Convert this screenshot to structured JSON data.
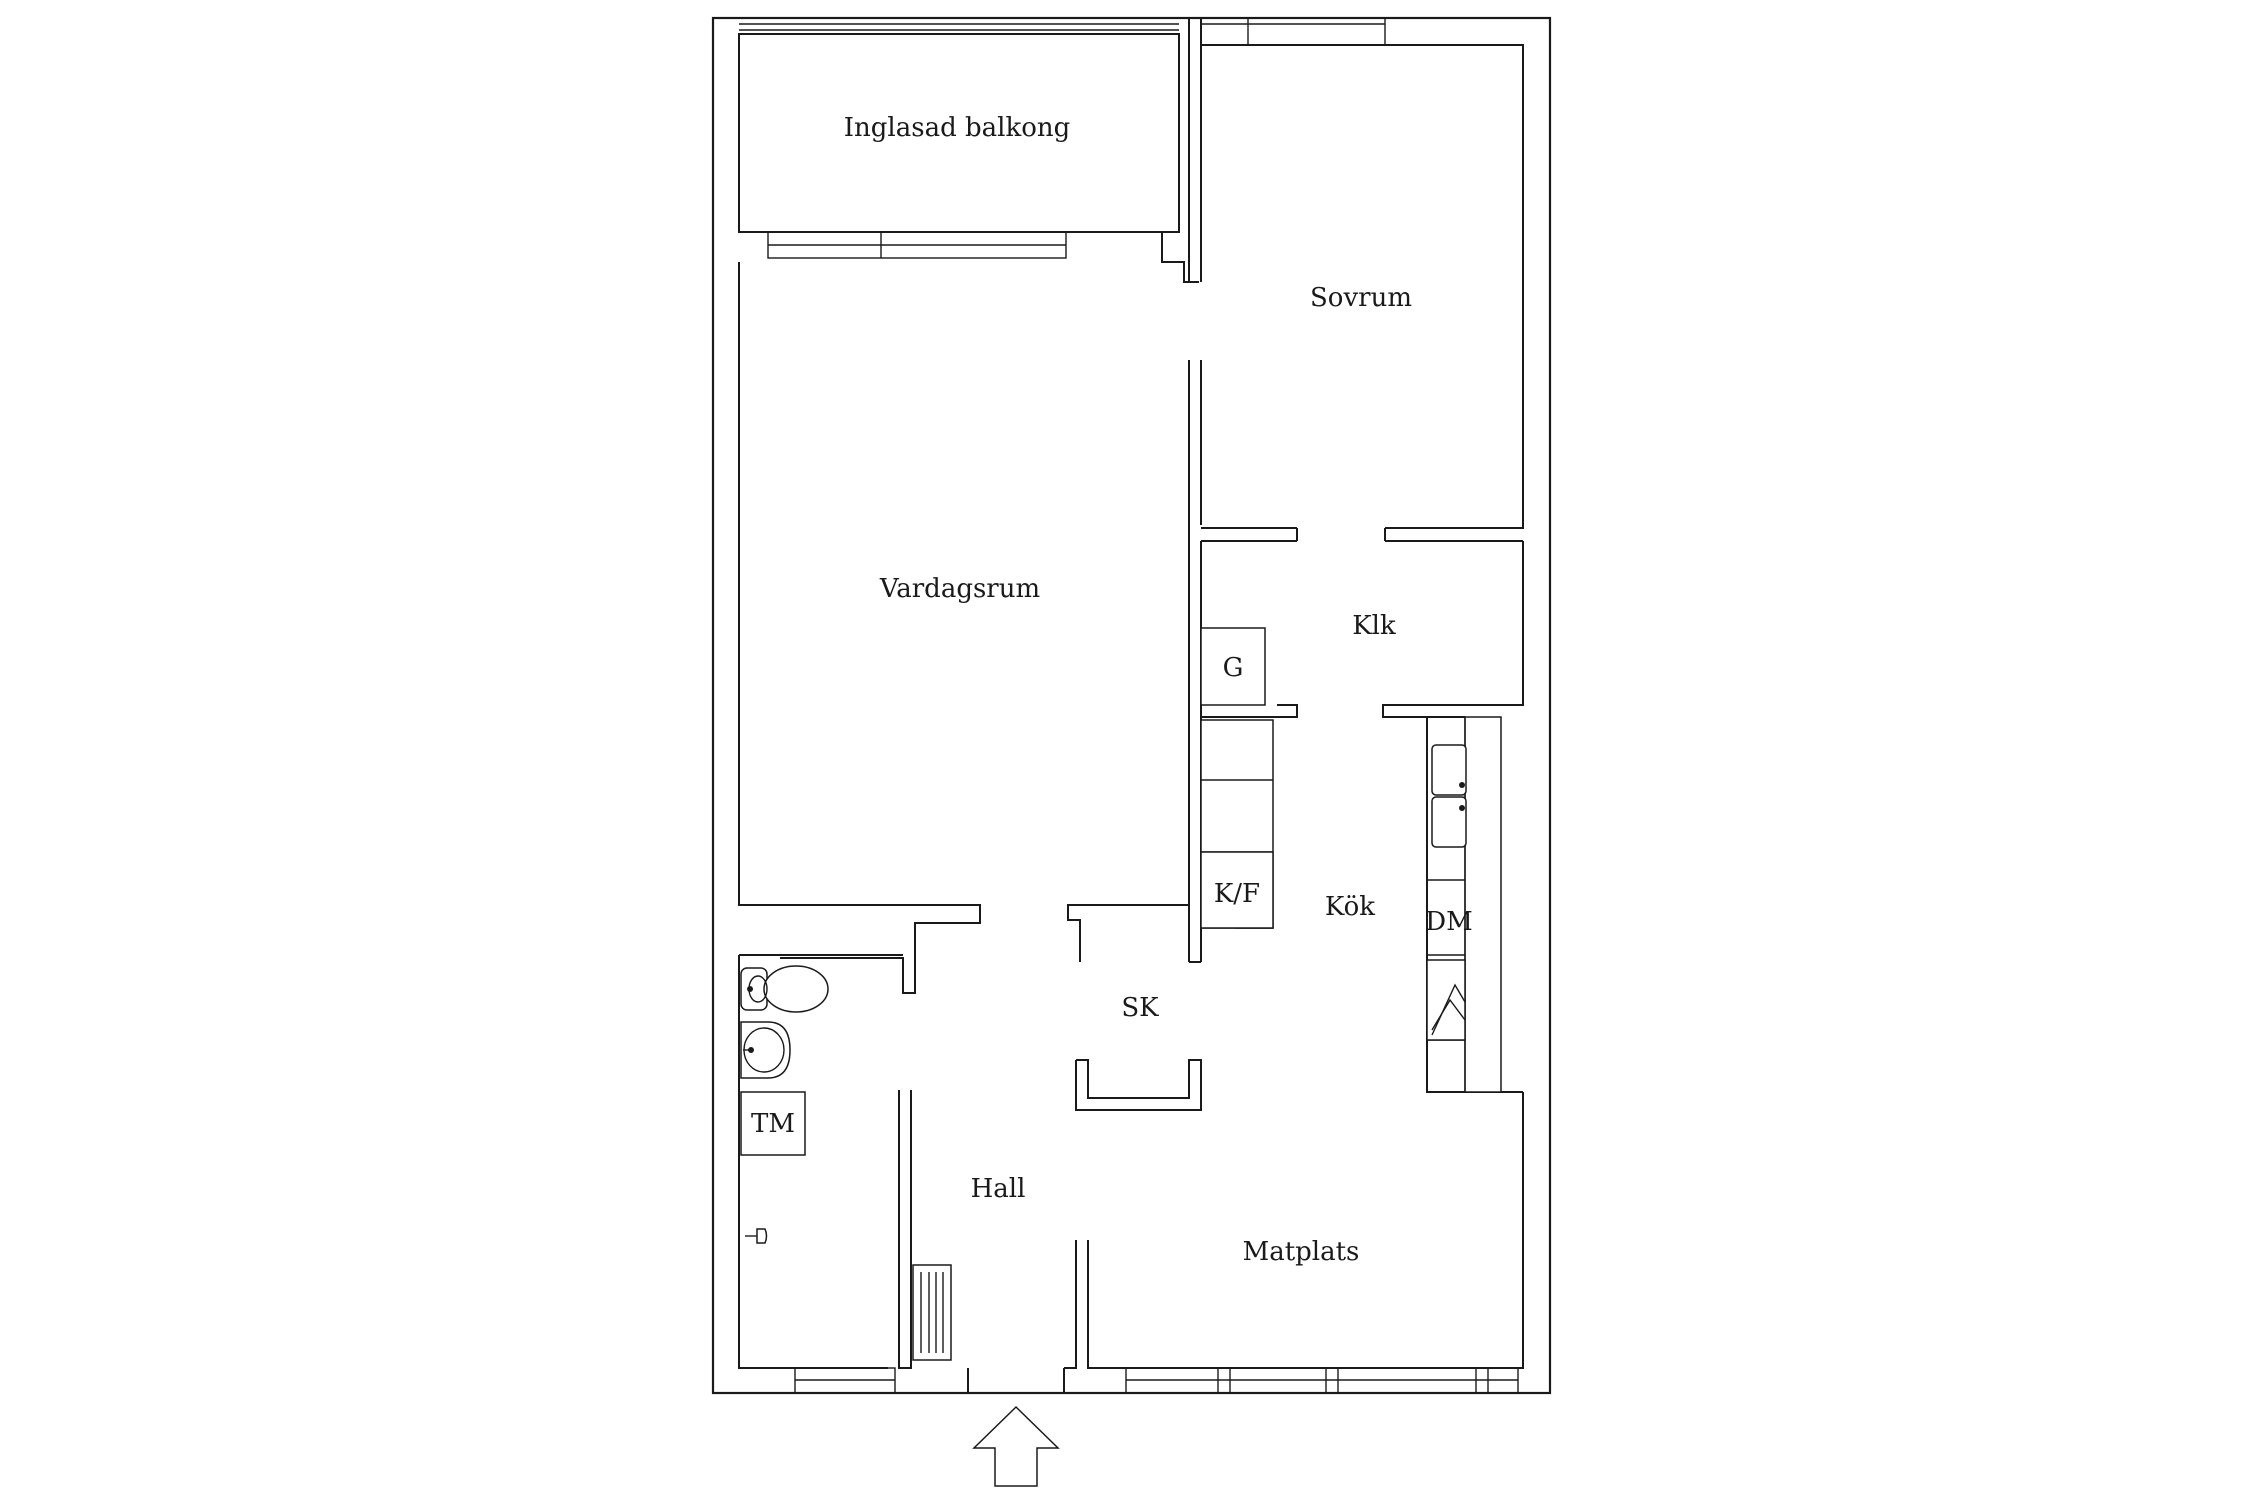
{
  "rooms": {
    "balcony": "Inglasad balkong",
    "bedroom": "Sovrum",
    "living_room": "Vardagsrum",
    "walk_in_closet": "Klk",
    "kitchen": "Kök",
    "storage": "SK",
    "hall": "Hall",
    "dining": "Matplats"
  },
  "fixtures": {
    "wardrobe_g": "G",
    "fridge_freezer": "K/F",
    "dishwasher": "DM",
    "washing_machine": "TM"
  },
  "icons": {
    "entrance": "entrance-arrow-icon",
    "toilet": "toilet-icon",
    "sink": "washbasin-icon",
    "kitchen_sink": "kitchen-sink-icon",
    "stove": "stove-icon",
    "radiator": "radiator-icon",
    "shower": "shower-icon"
  }
}
